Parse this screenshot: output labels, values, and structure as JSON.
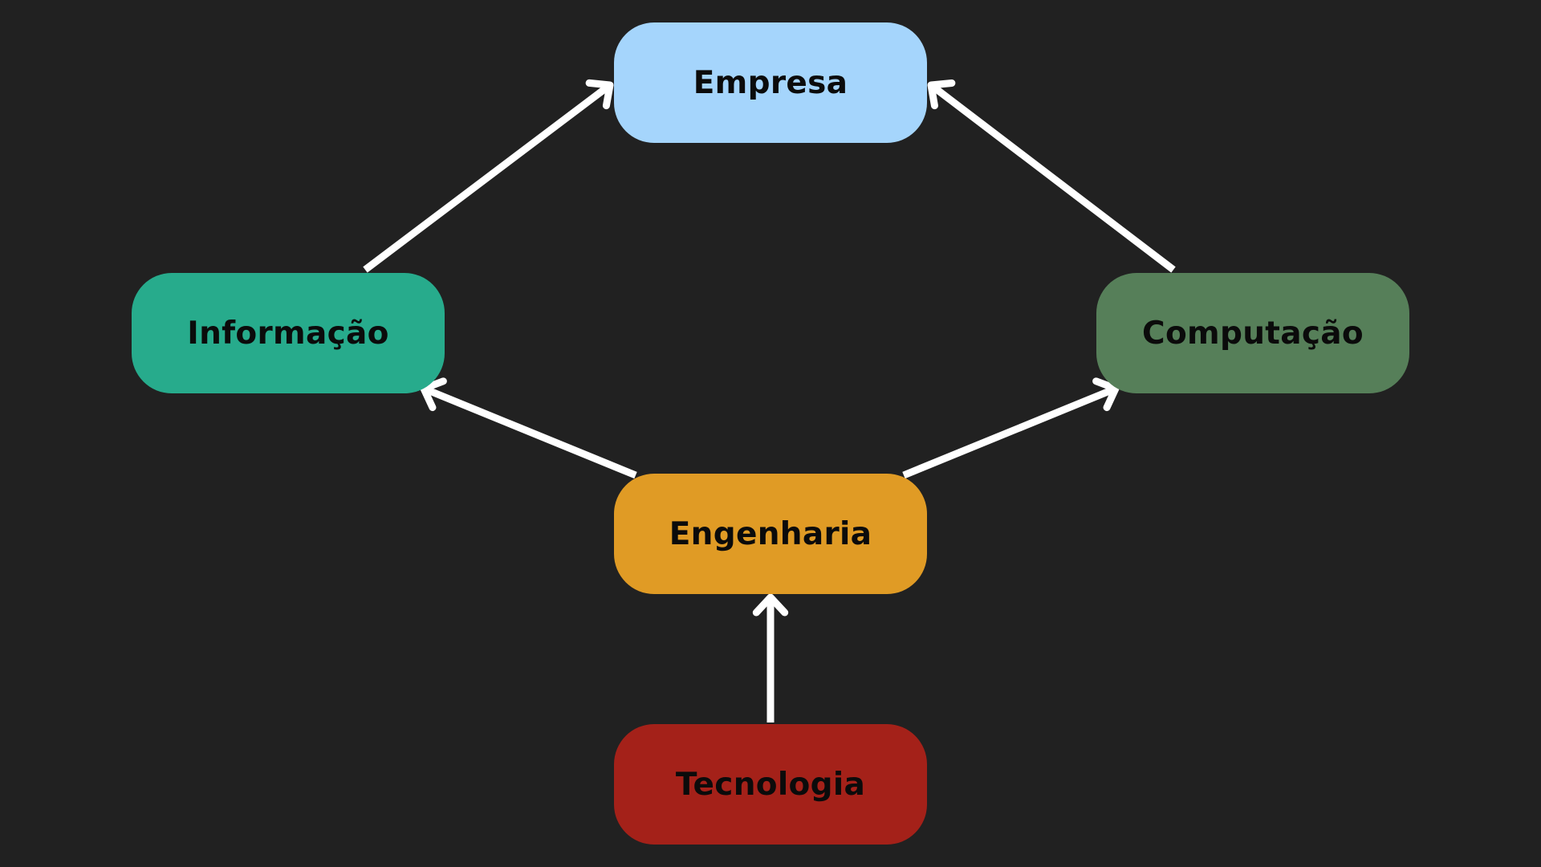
{
  "diagram": {
    "nodes": [
      {
        "id": "empresa",
        "label": "Empresa",
        "color": "#a5d5fc"
      },
      {
        "id": "informacao",
        "label": "Informação",
        "color": "#27ab8c"
      },
      {
        "id": "computacao",
        "label": "Computação",
        "color": "#567f59"
      },
      {
        "id": "engenharia",
        "label": "Engenharia",
        "color": "#e09b25"
      },
      {
        "id": "tecnologia",
        "label": "Tecnologia",
        "color": "#a42119"
      }
    ],
    "edges": [
      {
        "from": "informacao",
        "to": "empresa"
      },
      {
        "from": "computacao",
        "to": "empresa"
      },
      {
        "from": "engenharia",
        "to": "informacao"
      },
      {
        "from": "engenharia",
        "to": "computacao"
      },
      {
        "from": "tecnologia",
        "to": "engenharia"
      }
    ],
    "background": "#212121",
    "arrow_color": "#ffffff"
  }
}
